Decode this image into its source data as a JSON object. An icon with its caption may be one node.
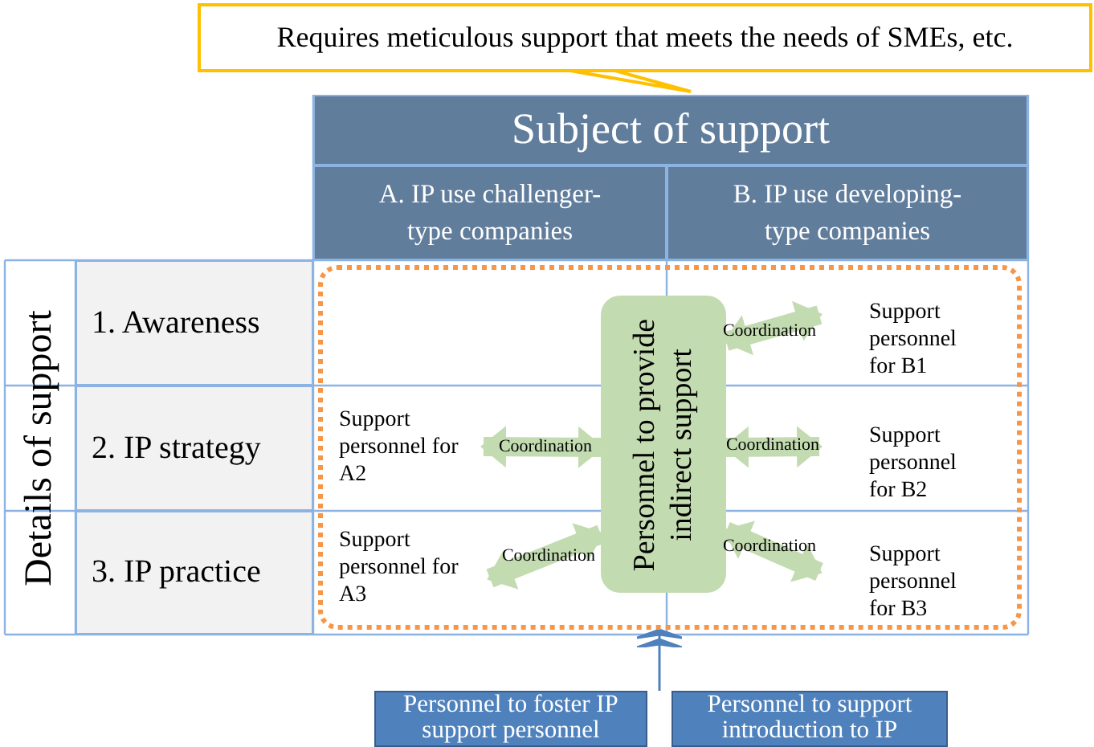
{
  "diagram": {
    "nodes": [
      {
        "text": [
          "Requires meticulous support that meets the needs of SMEs, etc."
        ]
      },
      {
        "text": [
          "Subject of support"
        ]
      },
      {
        "text": [
          "A. IP use challenger-type companies"
        ]
      },
      {
        "text": [
          "B. IP use developing-type companies"
        ]
      },
      {
        "text": [
          "Details of support"
        ]
      },
      {
        "text": [
          "1. Awareness"
        ]
      },
      {
        "text": [
          "2. IP strategy"
        ]
      },
      {
        "text": [
          "3. IP practice"
        ]
      },
      {
        "text": [],
        "shape": "box"
      },
      {
        "text": [
          "Personnel to provide indirect support"
        ],
        "in": 8
      },
      {
        "text": [
          "Support personnel for A2"
        ],
        "in": 8
      },
      {
        "text": [
          "Support personnel for A3"
        ],
        "in": 8
      },
      {
        "text": [
          "Support personnel for B1"
        ],
        "in": 8
      },
      {
        "text": [
          "Support personnel for B2"
        ],
        "in": 8
      },
      {
        "text": [
          "Support personnel for B3"
        ],
        "in": 8
      },
      {
        "text": [
          "Personnel to foster IP support personnel"
        ]
      },
      {
        "text": [
          "Personnel to support introduction to IP"
        ]
      }
    ],
    "edges": [
      {
        "from": 9,
        "to": 12,
        "arrow": "both",
        "label": "Coordination"
      },
      {
        "from": 9,
        "to": 10,
        "arrow": "both",
        "label": "Coordination"
      },
      {
        "from": 9,
        "to": 13,
        "arrow": "both",
        "label": "Coordination"
      },
      {
        "from": 9,
        "to": 11,
        "arrow": "both",
        "label": "Coordination"
      },
      {
        "from": 9,
        "to": 14,
        "arrow": "both",
        "label": "Coordination"
      },
      {
        "from": 15,
        "to": 8,
        "arrow": "to",
        "color": "#4f81bd"
      },
      {
        "from": 16,
        "to": 8,
        "arrow": "to",
        "color": "#4f81bd"
      }
    ]
  }
}
